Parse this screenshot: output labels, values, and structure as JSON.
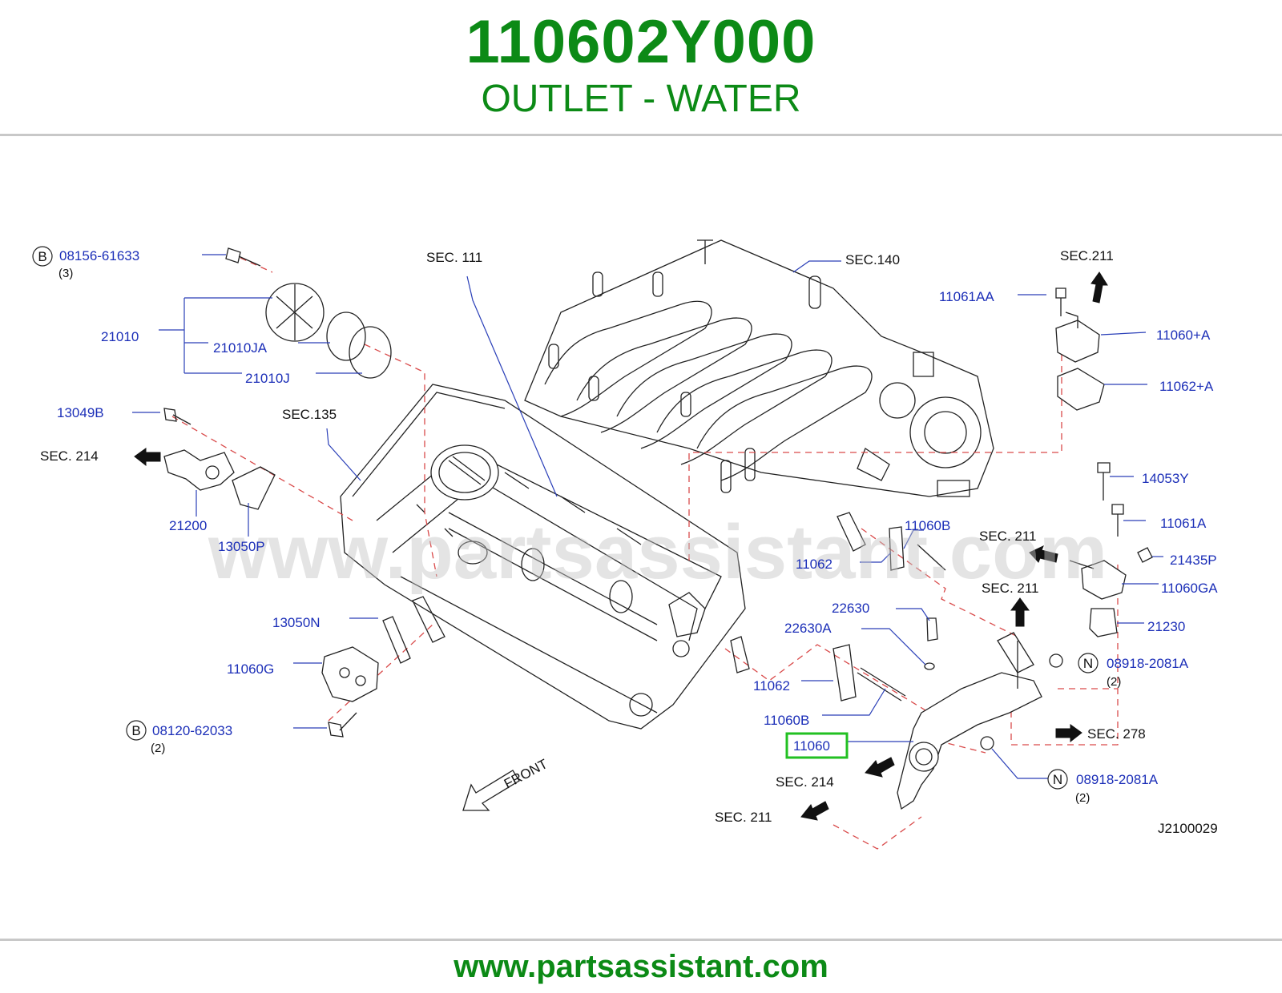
{
  "header": {
    "part_number": "110602Y000",
    "part_name": "OUTLET - WATER"
  },
  "footer": {
    "url": "www.partsassistant.com"
  },
  "watermark": "www.partsassistant.com",
  "diagram_code": "J2100029",
  "front_label": "FRONT",
  "colors": {
    "brand_green": "#0c8a16",
    "label_blue": "#1c2fb8",
    "highlight": "#22c022",
    "dash_red": "#d94a4a"
  },
  "labels": {
    "p08156": "08156-61633",
    "p08156_qty": "(3)",
    "p21010": "21010",
    "p21010JA": "21010JA",
    "p21010J": "21010J",
    "p13049B": "13049B",
    "p21200": "21200",
    "p13050P": "13050P",
    "p13050N": "13050N",
    "p11060G": "11060G",
    "p08120": "08120-62033",
    "p08120_qty": "(2)",
    "p11061AA": "11061AA",
    "p11060A": "11060+A",
    "p11062A": "11062+A",
    "p14053Y": "14053Y",
    "p11061A": "11061A",
    "p21435P": "21435P",
    "p11060GA": "11060GA",
    "p21230": "21230",
    "p08918a": "08918-2081A",
    "p08918a_qty": "(2)",
    "p08918b": "08918-2081A",
    "p08918b_qty": "(2)",
    "p11060B_top": "11060B",
    "p11062_top": "11062",
    "p22630": "22630",
    "p22630A": "22630A",
    "p11062_bot": "11062",
    "p11060B_bot": "11060B",
    "p11060": "11060"
  },
  "circle_markers": {
    "b1": "B",
    "b2": "B",
    "n1": "N",
    "n2": "N"
  },
  "sections": {
    "s111": "SEC.  111",
    "s140": "SEC.140",
    "s135": "SEC.135",
    "s211_top": "SEC.211",
    "s214_left": "SEC.  214",
    "s211_mid1": "SEC.  211",
    "s211_mid2": "SEC.  211",
    "s278": "SEC.  278",
    "s214_bot": "SEC.  214",
    "s211_bot": "SEC.  211"
  }
}
